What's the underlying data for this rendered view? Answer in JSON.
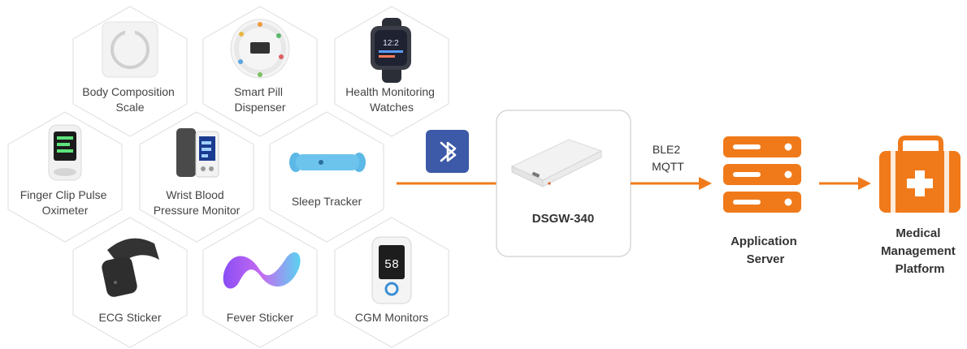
{
  "devices": [
    {
      "label_lines": [
        "Body Composition",
        "Scale"
      ],
      "icon": "body-scale-icon"
    },
    {
      "label_lines": [
        "Smart Pill",
        "Dispenser"
      ],
      "icon": "pill-dispenser-icon"
    },
    {
      "label_lines": [
        "Health Monitoring",
        "Watches"
      ],
      "icon": "smartwatch-icon"
    },
    {
      "label_lines": [
        "Finger Clip Pulse",
        "Oximeter"
      ],
      "icon": "oximeter-icon"
    },
    {
      "label_lines": [
        "Wrist Blood",
        "Pressure Monitor"
      ],
      "icon": "blood-pressure-icon"
    },
    {
      "label_lines": [
        "Sleep Tracker"
      ],
      "icon": "sleep-tracker-icon"
    },
    {
      "label_lines": [
        "ECG Sticker"
      ],
      "icon": "ecg-sticker-icon"
    },
    {
      "label_lines": [
        "Fever Sticker"
      ],
      "icon": "fever-sticker-icon"
    },
    {
      "label_lines": [
        "CGM Monitors"
      ],
      "icon": "cgm-monitor-icon"
    }
  ],
  "bluetooth": {
    "icon": "bluetooth-icon",
    "color": "#3d5aa8"
  },
  "gateway": {
    "label": "DSGW-340",
    "icon": "gateway-device-icon"
  },
  "protocols": {
    "line1": "BLE2",
    "line2": "MQTT"
  },
  "server": {
    "label_lines": [
      "Application",
      "Server"
    ],
    "icon": "server-icon"
  },
  "platform": {
    "label_lines": [
      "Medical",
      "Management",
      "Platform"
    ],
    "icon": "medical-kit-icon"
  },
  "cgm_display": "58",
  "colors": {
    "accent": "#f07a1a",
    "hex_stroke": "#dcdcdc",
    "text": "#333333"
  }
}
